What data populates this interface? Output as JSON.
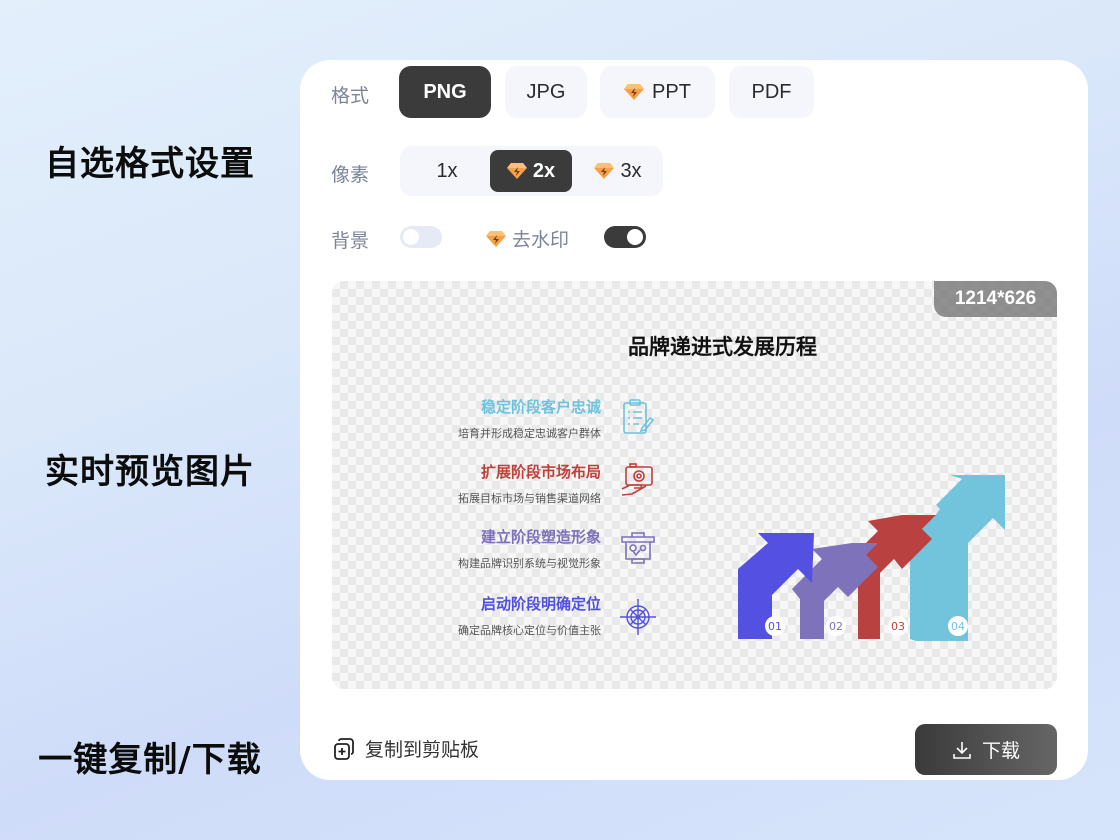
{
  "side_labels": {
    "format_settings": "自选格式设置",
    "live_preview": "实时预览图片",
    "copy_download": "一键复制/下载"
  },
  "format": {
    "label": "格式",
    "options": [
      {
        "label": "PNG",
        "selected": true,
        "premium": false
      },
      {
        "label": "JPG",
        "selected": false,
        "premium": false
      },
      {
        "label": "PPT",
        "selected": false,
        "premium": true
      },
      {
        "label": "PDF",
        "selected": false,
        "premium": false
      }
    ]
  },
  "resolution": {
    "label": "像素",
    "options": [
      {
        "label": "1x",
        "selected": false,
        "premium": false
      },
      {
        "label": "2x",
        "selected": true,
        "premium": true
      },
      {
        "label": "3x",
        "selected": false,
        "premium": true
      }
    ]
  },
  "background": {
    "label": "背景",
    "toggle_on": false,
    "watermark_label": "去水印",
    "watermark_toggle_on": true
  },
  "preview": {
    "dimensions": "1214*626",
    "infographic": {
      "title": "品牌递进式发展历程",
      "stages": [
        {
          "title": "稳定阶段客户忠诚",
          "desc": "培育并形成稳定忠诚客户群体",
          "color": "#6ec3dc",
          "icon": "clipboard-checklist-icon"
        },
        {
          "title": "扩展阶段市场布局",
          "desc": "拓展目标市场与销售渠道网络",
          "color": "#c0403b",
          "icon": "camera-hand-icon"
        },
        {
          "title": "建立阶段塑造形象",
          "desc": "构建品牌识别系统与视觉形象",
          "color": "#7e70bb",
          "icon": "presentation-board-icon"
        },
        {
          "title": "启动阶段明确定位",
          "desc": "确定品牌核心定位与价值主张",
          "color": "#5050e0",
          "icon": "compass-icon"
        }
      ],
      "arrows": [
        {
          "num": "01",
          "color": "#5350e2"
        },
        {
          "num": "02",
          "color": "#7e72ba"
        },
        {
          "num": "03",
          "color": "#b94240"
        },
        {
          "num": "04",
          "color": "#72c4dc"
        }
      ]
    }
  },
  "footer": {
    "copy_label": "复制到剪贴板",
    "download_label": "下载"
  },
  "colors": {
    "active_dark": "#3b3b3b",
    "button_bg": "#f5f6fb",
    "premium_gem": "#f5a14a"
  }
}
